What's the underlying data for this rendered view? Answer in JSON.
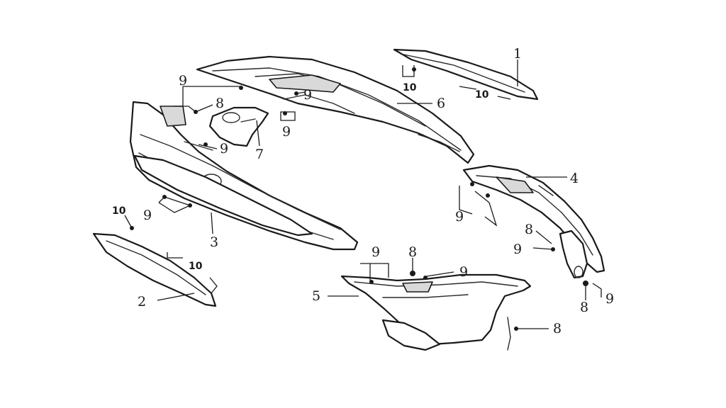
{
  "diagram": {
    "labels": {
      "part1": "1",
      "part2": "2",
      "part3": "3",
      "part4": "4",
      "part5": "5",
      "part6": "6",
      "part7": "7",
      "screw8_a": "8",
      "screw8_b": "8",
      "screw8_c": "8",
      "screw8_d": "8",
      "screw8_e": "8",
      "screw9_a": "9",
      "screw9_b": "9",
      "screw9_c": "9",
      "screw9_d": "9",
      "screw9_e": "9",
      "screw9_f": "9",
      "screw9_g": "9",
      "screw9_h": "9",
      "screw9_i": "9",
      "screw9_j": "9",
      "clip10_a": "10",
      "clip10_b": "10",
      "clip10_c": "10",
      "clip10_d": "10"
    }
  }
}
